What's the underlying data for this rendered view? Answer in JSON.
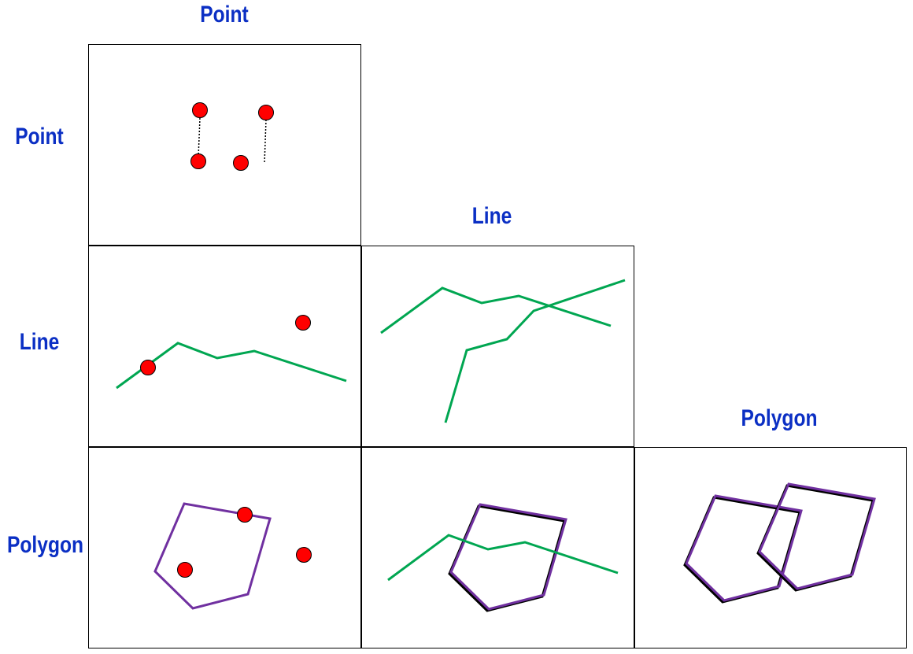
{
  "colors": {
    "header_text": "#0b2fc4",
    "point_fill": "#ff0000",
    "line_stroke": "#00a651",
    "polygon_stroke": "#7030a0"
  },
  "columns": {
    "point": "Point",
    "line": "Line",
    "polygon": "Polygon"
  },
  "rows": {
    "point": "Point",
    "line": "Line",
    "polygon": "Polygon"
  }
}
